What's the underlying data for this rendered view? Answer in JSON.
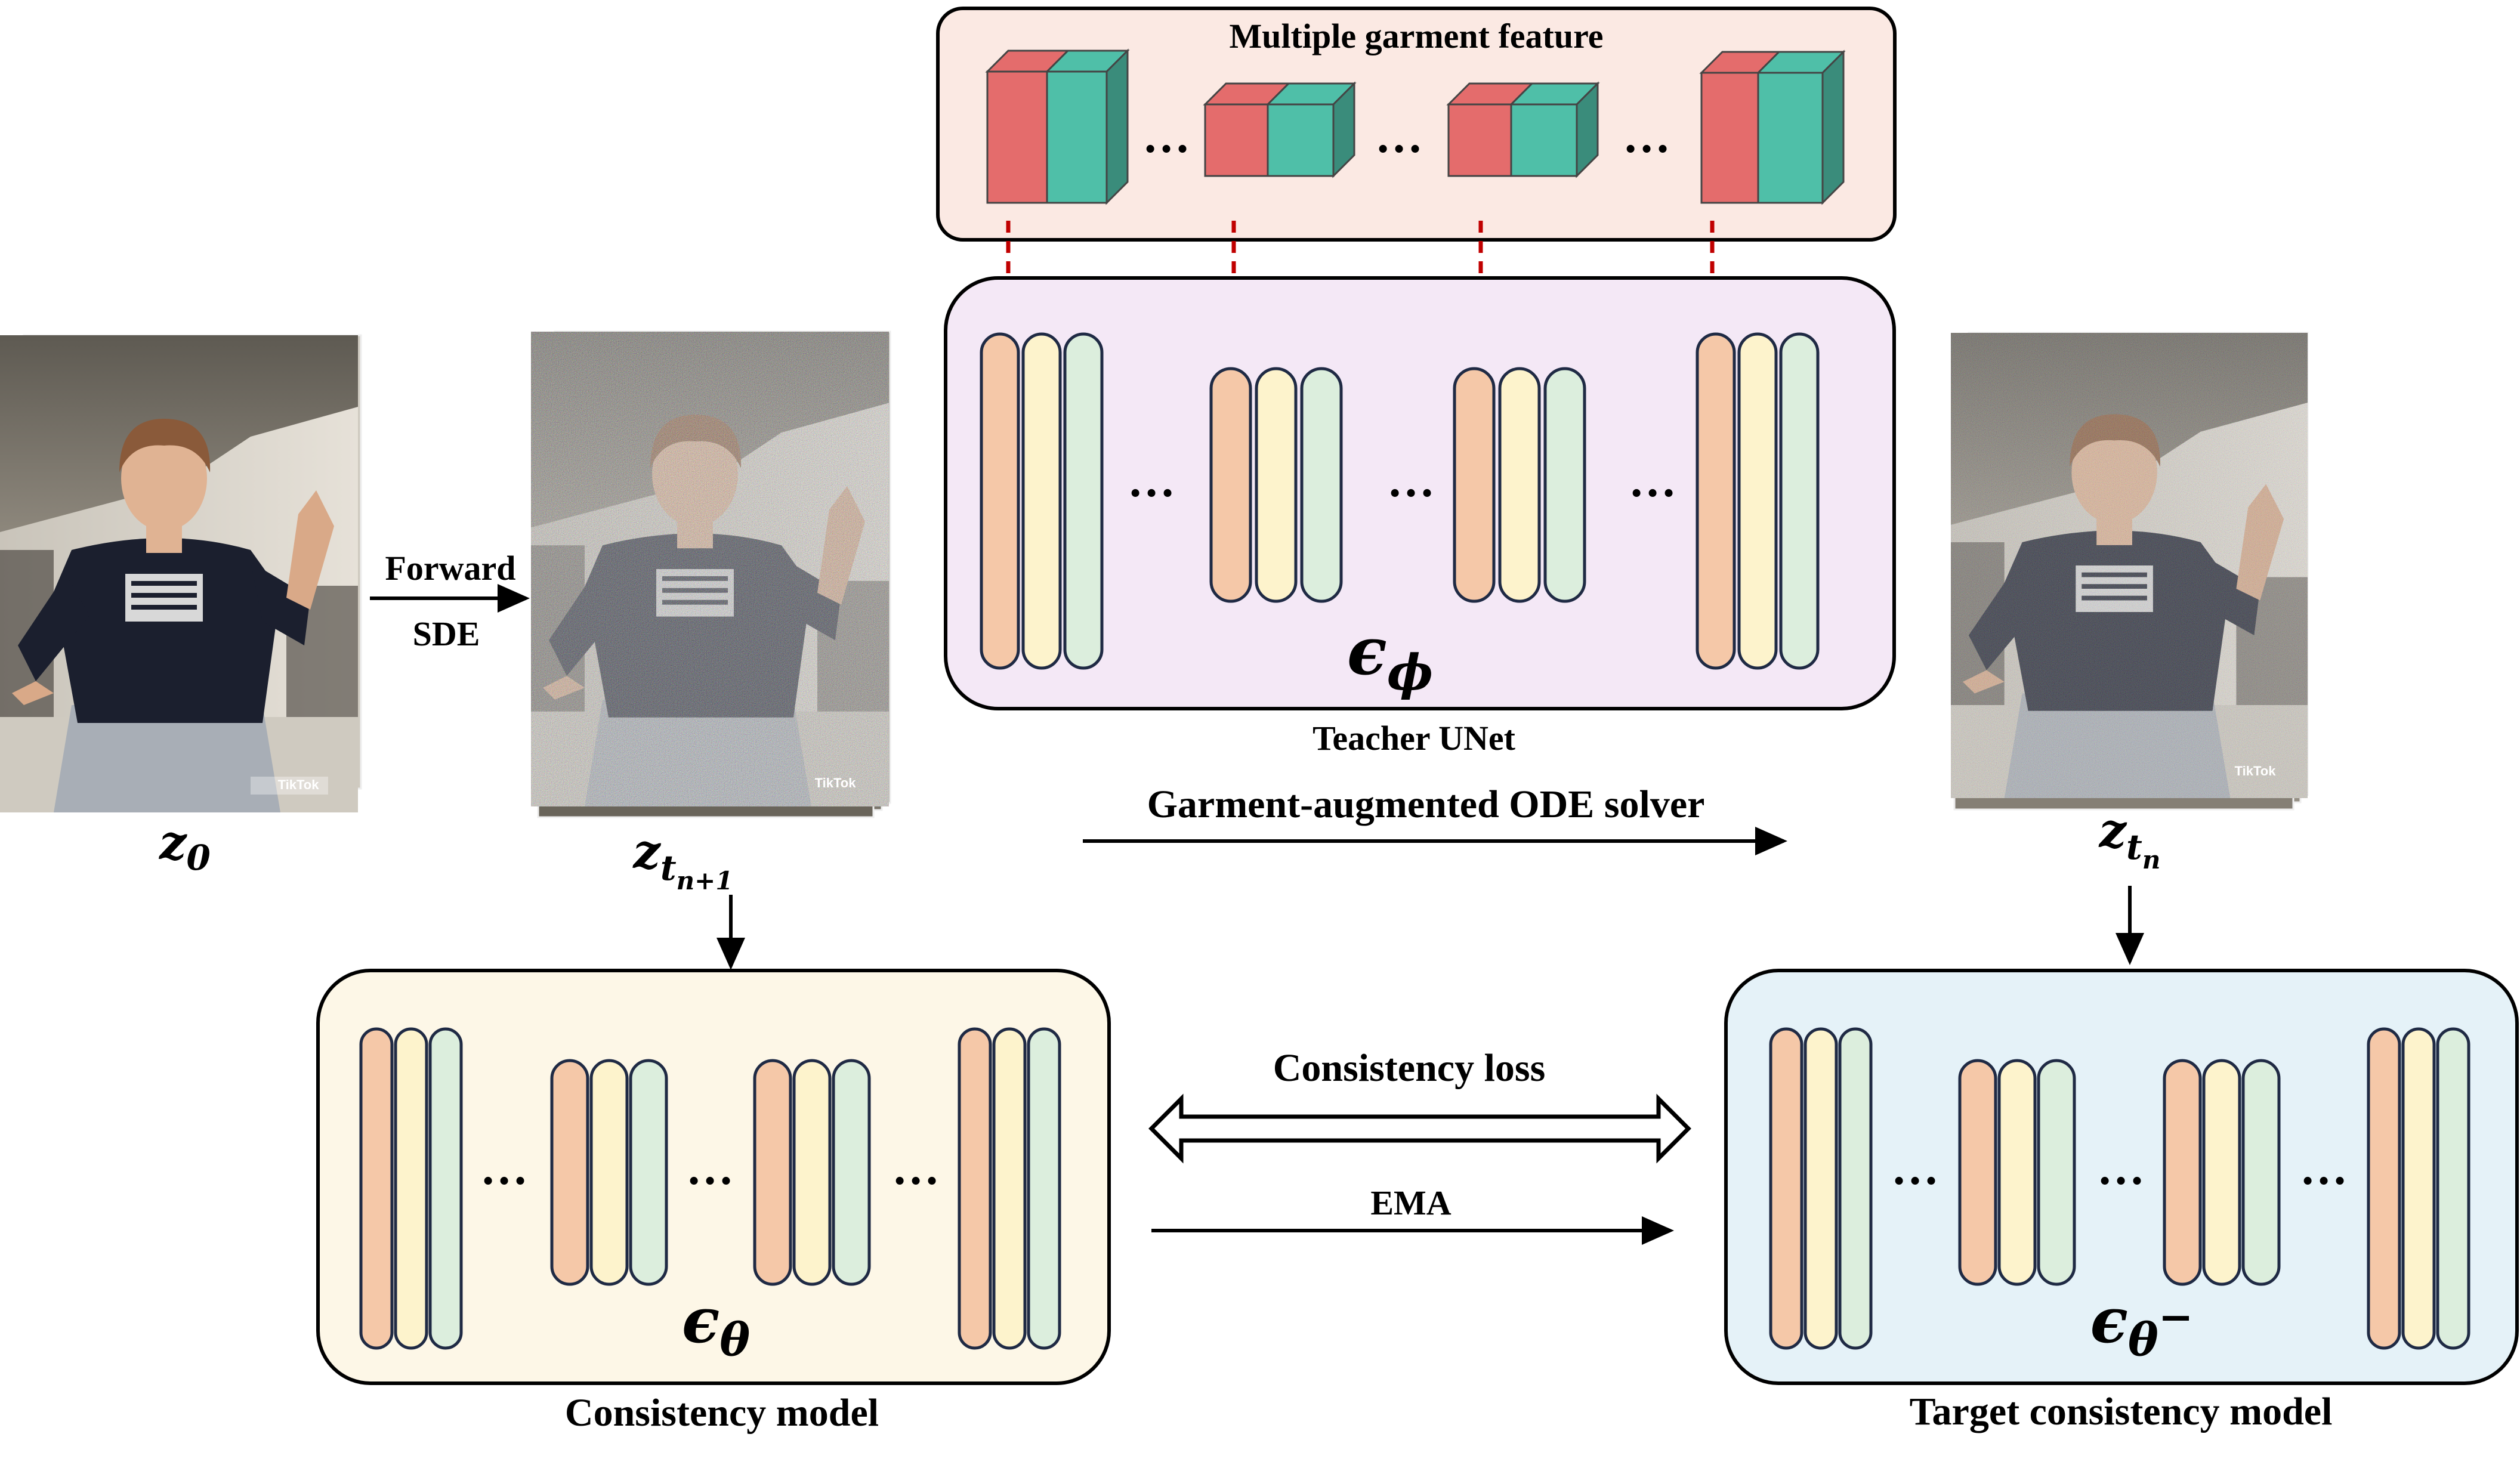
{
  "labels": {
    "garment_panel_title": "Multiple garment feature",
    "teacher_unet": "Teacher UNet",
    "ode_solver": "Garment-augmented ODE solver",
    "forward": "Forward",
    "sde": "SDE",
    "consistency_model": "Consistency model",
    "target_consistency_model": "Target consistency model",
    "consistency_loss": "Consistency loss",
    "ema": "EMA",
    "ellipsis": "…"
  },
  "math": {
    "z": "z",
    "t": "t",
    "z0_sub": "0",
    "ztn1_sub_t": "t",
    "ztn1_sub_sub": "n+1",
    "ztn_sub_t": "t",
    "ztn_sub_sub": "n",
    "eps": "ϵ",
    "eps_phi_sub": "ϕ",
    "eps_theta_sub": "θ",
    "eps_theta_minus_sub": "θ",
    "minus": "−"
  },
  "photo_watermark": "TikTok",
  "colors": {
    "teacher_bg": "#f4e8f6",
    "garment_bg": "#fbe9e3",
    "consistency_bg": "#fdf7e7",
    "target_bg": "#e5f2f8",
    "bar_orange": "#f5c8a8",
    "bar_yellow": "#fdf3cc",
    "bar_green": "#dceedd",
    "cube_red": "#e46c6c",
    "cube_teal": "#4fbfa8",
    "dash_red": "#c00000"
  }
}
